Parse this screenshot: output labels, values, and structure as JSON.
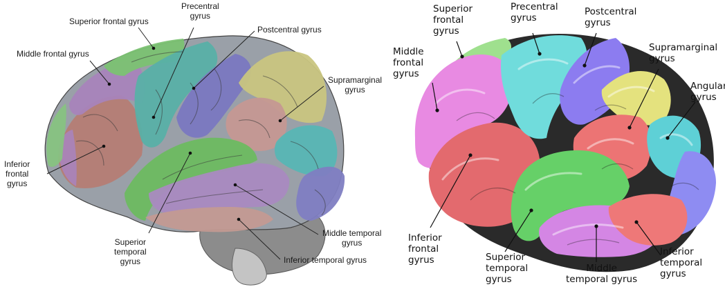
{
  "left_figure": {
    "labels": {
      "superior_frontal": "Superior frontal gyrus",
      "precentral": "Precentral\ngyrus",
      "postcentral": "Postcentral gyrus",
      "middle_frontal": "Middle frontal gyrus",
      "supramarginal": "Supramarginal\ngyrus",
      "inferior_frontal": "Inferior\nfrontal\ngyrus",
      "superior_temporal": "Superior\ntemporal\ngyrus",
      "middle_temporal": "Middle temporal\ngyrus",
      "inferior_temporal": "Inferior temporal gyrus"
    }
  },
  "right_figure": {
    "labels": {
      "superior_frontal": "Superior\nfrontal\ngyrus",
      "precentral": "Precentral\ngyrus",
      "postcentral": "Postcentral\ngyrus",
      "middle_frontal": "Middle\nfrontal\ngyrus",
      "supramarginal": "Supramarginal\ngyrus",
      "angular": "Angular\ngyrus",
      "inferior_frontal": "Inferior\nfrontal\ngyrus",
      "superior_temporal": "Superior\ntemporal\ngyrus",
      "middle_temporal": "Middle\ntemporal gyrus",
      "inferior_temporal": "Inferior\ntemporal\ngyrus"
    }
  },
  "colors": {
    "superior_frontal": "#7fc276",
    "middle_frontal": "#a582b8",
    "inferior_frontal": "#b47c74",
    "precentral": "#58b0a8",
    "postcentral": "#7a78c0",
    "supramarginal": "#c8c47c",
    "angular": "#57b6b6",
    "superior_temporal": "#6fbb62",
    "middle_temporal": "#a989c0",
    "inferior_temporal": "#c39a92",
    "cerebellum": "#8a8a8a",
    "brainstem": "#b8b8b8",
    "r_superior_frontal": "#9ee08c",
    "r_middle_frontal": "#e78be0",
    "r_inferior_frontal": "#e46a6e",
    "r_precentral": "#6fdcdc",
    "r_postcentral": "#8c7cf0",
    "r_supramarginal": "#e0e07c",
    "r_angular": "#5ed0d4",
    "r_superior_temporal": "#66d066",
    "r_middle_temporal": "#d484e4",
    "r_inferior_temporal": "#ee7878",
    "r_occipital": "#8e8cf2"
  }
}
